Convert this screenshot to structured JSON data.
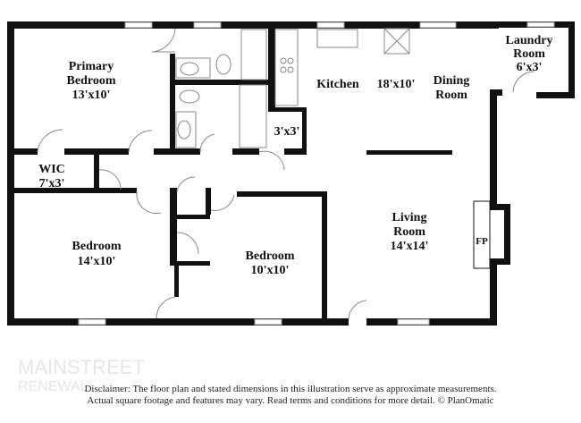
{
  "rooms": {
    "primary_bedroom": {
      "name1": "Primary",
      "name2": "Bedroom",
      "dims": "13'x10'"
    },
    "wic": {
      "name": "WIC",
      "dims": "7'x3'"
    },
    "bedroom1": {
      "name": "Bedroom",
      "dims": "14'x10'"
    },
    "bedroom2": {
      "name": "Bedroom",
      "dims": "10'x10'"
    },
    "closet": {
      "dims": "3'x3'"
    },
    "kitchen": {
      "name": "Kitchen",
      "dims": "18'x10'"
    },
    "dining": {
      "name1": "Dining",
      "name2": "Room"
    },
    "laundry": {
      "name1": "Laundry",
      "name2": "Room",
      "dims": "6'x3'"
    },
    "living": {
      "name1": "Living",
      "name2": "Room",
      "dims": "14'x14'"
    },
    "fireplace": {
      "label": "FP"
    }
  },
  "watermark": {
    "line1": "MAINSTREET",
    "line2": "RENEWAL"
  },
  "disclaimer": {
    "line1": "Disclaimer: The floor plan and stated dimensions in this illustration serve as approximate measurements.",
    "line2": "Actual square footage and features may vary. Read terms and conditions for more detail. © PlanOmatic"
  }
}
